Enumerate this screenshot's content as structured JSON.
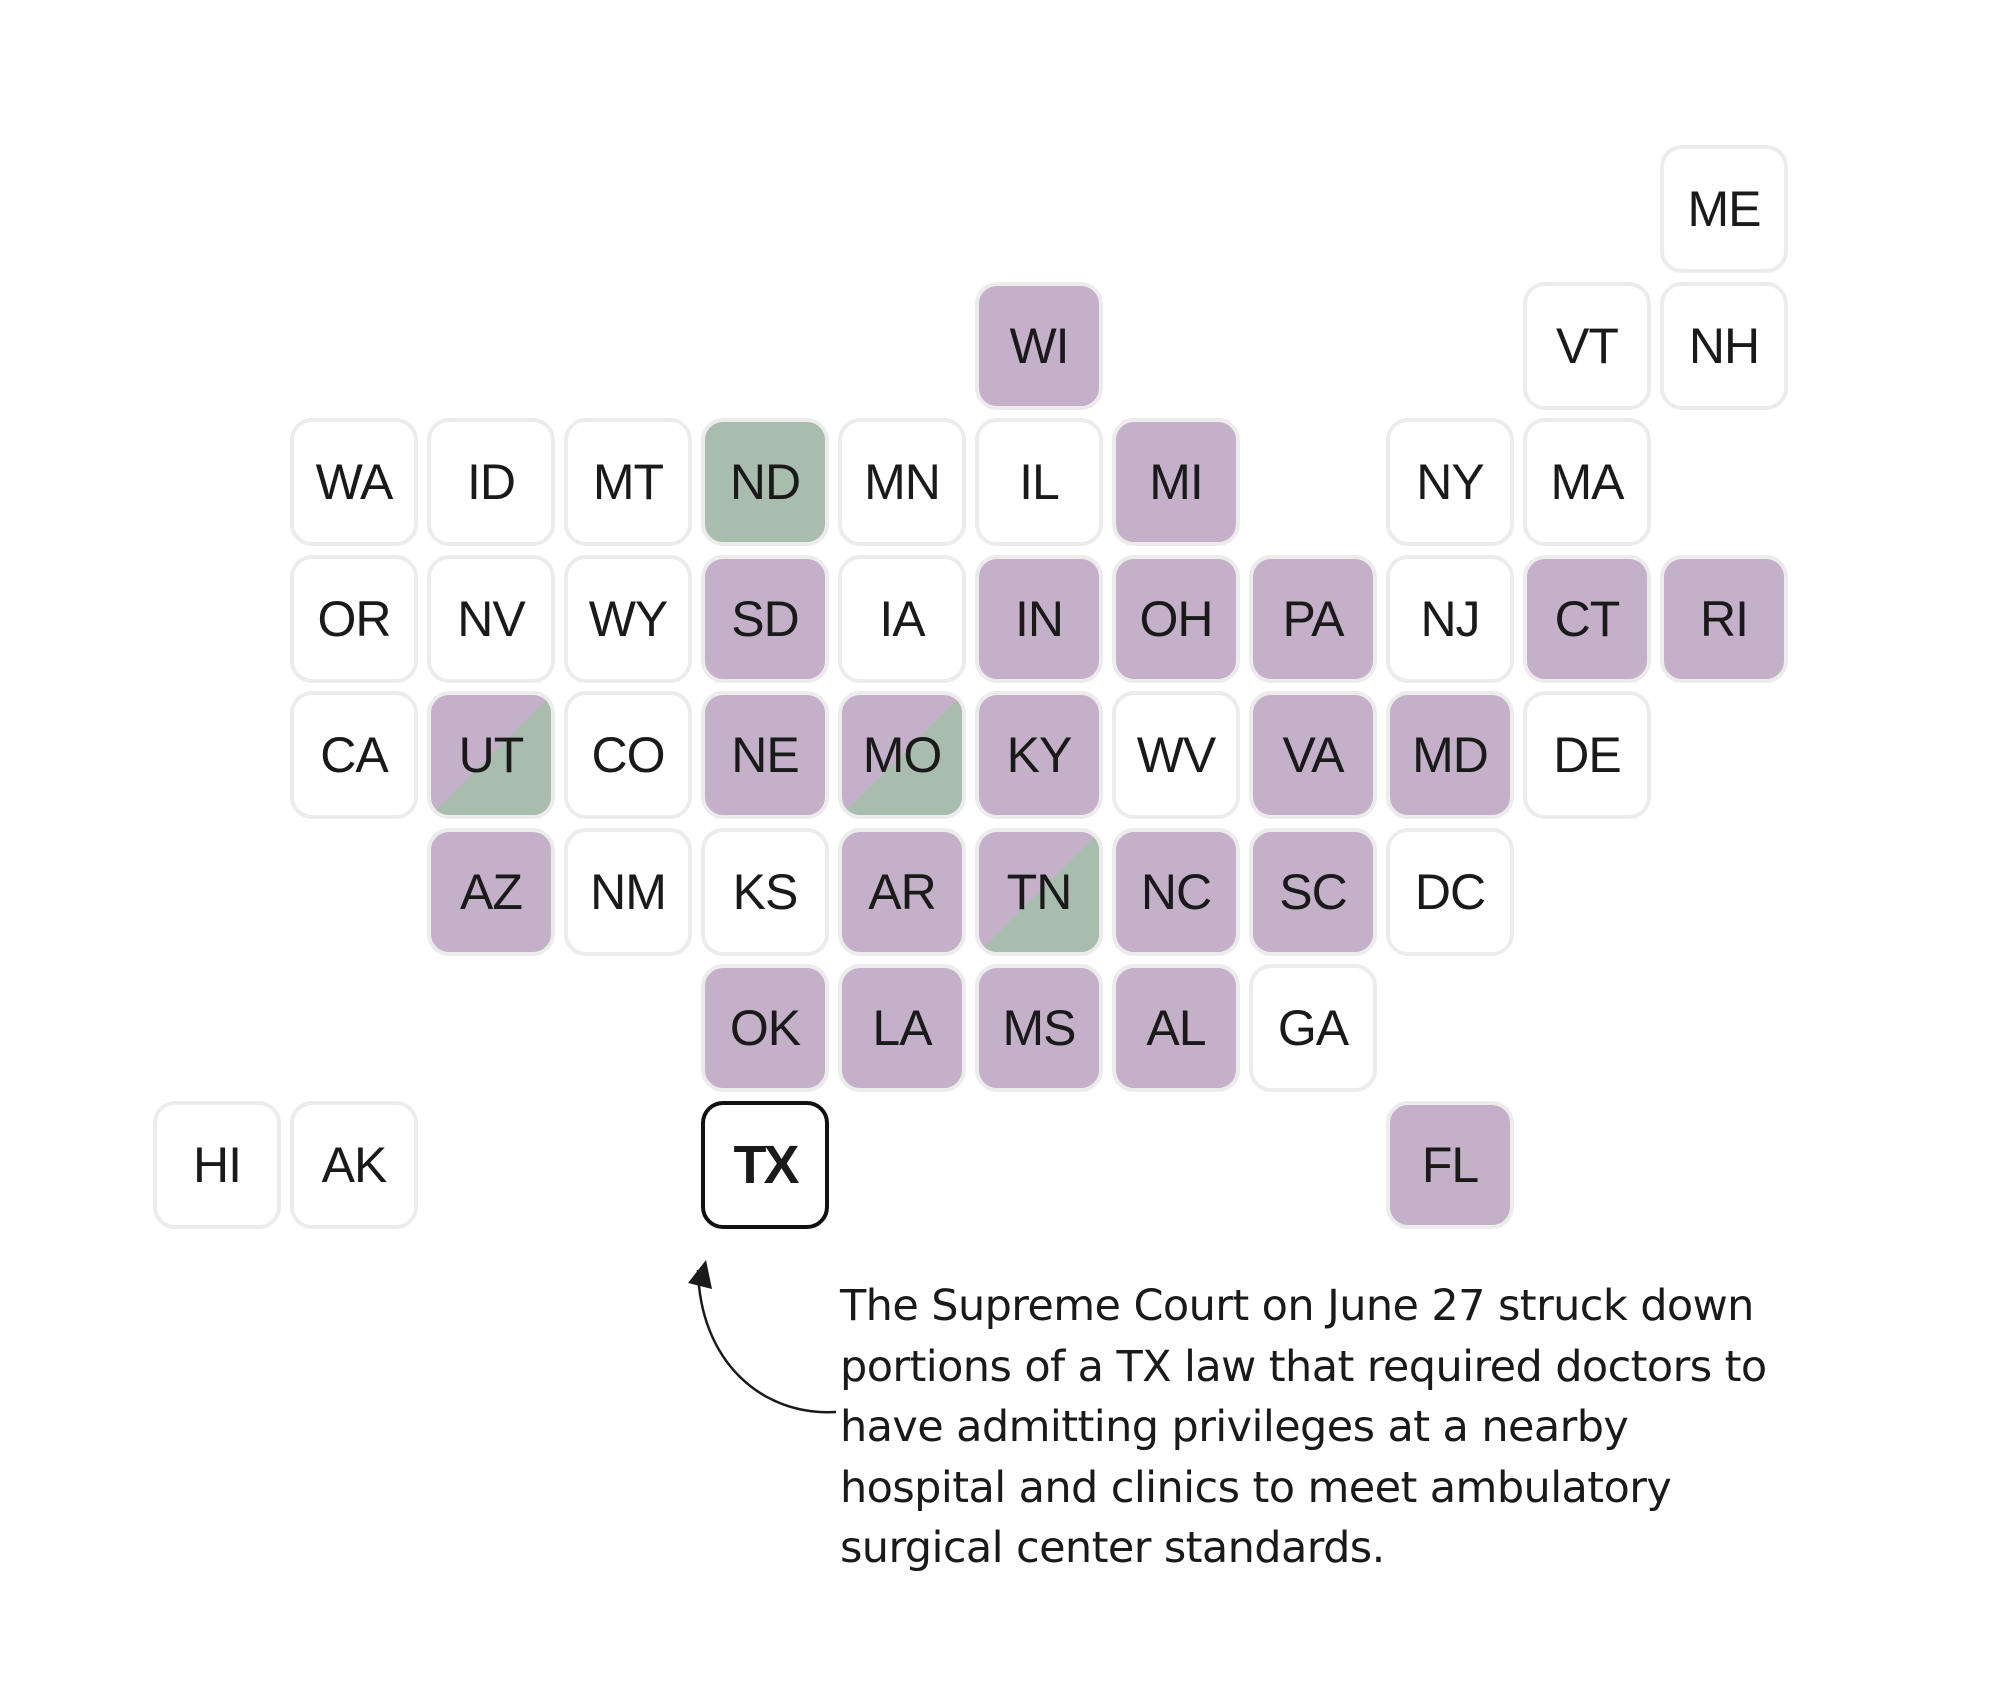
{
  "colors": {
    "purple": "#c4b1c9",
    "green": "#a8bdae",
    "none": "#ffffff",
    "border": "#ececec",
    "highlight_border": "#111111"
  },
  "states": [
    {
      "abbr": "ME",
      "col": 11,
      "row": 0,
      "fill": "none"
    },
    {
      "abbr": "WI",
      "col": 6,
      "row": 1,
      "fill": "purple"
    },
    {
      "abbr": "VT",
      "col": 10,
      "row": 1,
      "fill": "none"
    },
    {
      "abbr": "NH",
      "col": 11,
      "row": 1,
      "fill": "none"
    },
    {
      "abbr": "WA",
      "col": 1,
      "row": 2,
      "fill": "none"
    },
    {
      "abbr": "ID",
      "col": 2,
      "row": 2,
      "fill": "none"
    },
    {
      "abbr": "MT",
      "col": 3,
      "row": 2,
      "fill": "none"
    },
    {
      "abbr": "ND",
      "col": 4,
      "row": 2,
      "fill": "green"
    },
    {
      "abbr": "MN",
      "col": 5,
      "row": 2,
      "fill": "none"
    },
    {
      "abbr": "IL",
      "col": 6,
      "row": 2,
      "fill": "none"
    },
    {
      "abbr": "MI",
      "col": 7,
      "row": 2,
      "fill": "purple"
    },
    {
      "abbr": "NY",
      "col": 9,
      "row": 2,
      "fill": "none"
    },
    {
      "abbr": "MA",
      "col": 10,
      "row": 2,
      "fill": "none"
    },
    {
      "abbr": "OR",
      "col": 1,
      "row": 3,
      "fill": "none"
    },
    {
      "abbr": "NV",
      "col": 2,
      "row": 3,
      "fill": "none"
    },
    {
      "abbr": "WY",
      "col": 3,
      "row": 3,
      "fill": "none"
    },
    {
      "abbr": "SD",
      "col": 4,
      "row": 3,
      "fill": "purple"
    },
    {
      "abbr": "IA",
      "col": 5,
      "row": 3,
      "fill": "none"
    },
    {
      "abbr": "IN",
      "col": 6,
      "row": 3,
      "fill": "purple"
    },
    {
      "abbr": "OH",
      "col": 7,
      "row": 3,
      "fill": "purple"
    },
    {
      "abbr": "PA",
      "col": 8,
      "row": 3,
      "fill": "purple"
    },
    {
      "abbr": "NJ",
      "col": 9,
      "row": 3,
      "fill": "none"
    },
    {
      "abbr": "CT",
      "col": 10,
      "row": 3,
      "fill": "purple"
    },
    {
      "abbr": "RI",
      "col": 11,
      "row": 3,
      "fill": "purple"
    },
    {
      "abbr": "CA",
      "col": 1,
      "row": 4,
      "fill": "none"
    },
    {
      "abbr": "UT",
      "col": 2,
      "row": 4,
      "fill": "split"
    },
    {
      "abbr": "CO",
      "col": 3,
      "row": 4,
      "fill": "none"
    },
    {
      "abbr": "NE",
      "col": 4,
      "row": 4,
      "fill": "purple"
    },
    {
      "abbr": "MO",
      "col": 5,
      "row": 4,
      "fill": "split"
    },
    {
      "abbr": "KY",
      "col": 6,
      "row": 4,
      "fill": "purple"
    },
    {
      "abbr": "WV",
      "col": 7,
      "row": 4,
      "fill": "none"
    },
    {
      "abbr": "VA",
      "col": 8,
      "row": 4,
      "fill": "purple"
    },
    {
      "abbr": "MD",
      "col": 9,
      "row": 4,
      "fill": "purple"
    },
    {
      "abbr": "DE",
      "col": 10,
      "row": 4,
      "fill": "none"
    },
    {
      "abbr": "AZ",
      "col": 2,
      "row": 5,
      "fill": "purple"
    },
    {
      "abbr": "NM",
      "col": 3,
      "row": 5,
      "fill": "none"
    },
    {
      "abbr": "KS",
      "col": 4,
      "row": 5,
      "fill": "none"
    },
    {
      "abbr": "AR",
      "col": 5,
      "row": 5,
      "fill": "purple"
    },
    {
      "abbr": "TN",
      "col": 6,
      "row": 5,
      "fill": "split"
    },
    {
      "abbr": "NC",
      "col": 7,
      "row": 5,
      "fill": "purple"
    },
    {
      "abbr": "SC",
      "col": 8,
      "row": 5,
      "fill": "purple"
    },
    {
      "abbr": "DC",
      "col": 9,
      "row": 5,
      "fill": "none"
    },
    {
      "abbr": "OK",
      "col": 4,
      "row": 6,
      "fill": "purple"
    },
    {
      "abbr": "LA",
      "col": 5,
      "row": 6,
      "fill": "purple"
    },
    {
      "abbr": "MS",
      "col": 6,
      "row": 6,
      "fill": "purple"
    },
    {
      "abbr": "AL",
      "col": 7,
      "row": 6,
      "fill": "purple"
    },
    {
      "abbr": "GA",
      "col": 8,
      "row": 6,
      "fill": "none"
    },
    {
      "abbr": "HI",
      "col": 0,
      "row": 7,
      "fill": "none"
    },
    {
      "abbr": "AK",
      "col": 1,
      "row": 7,
      "fill": "none"
    },
    {
      "abbr": "TX",
      "col": 4,
      "row": 7,
      "fill": "none",
      "highlighted": true
    },
    {
      "abbr": "FL",
      "col": 9,
      "row": 7,
      "fill": "purple"
    }
  ],
  "annotation": {
    "lines": [
      "The Supreme Court on June 27 struck down",
      "portions of a TX law that required doctors to",
      "have admitting privileges at a nearby",
      "hospital and clinics to meet ambulatory",
      "surgical center standards."
    ]
  }
}
